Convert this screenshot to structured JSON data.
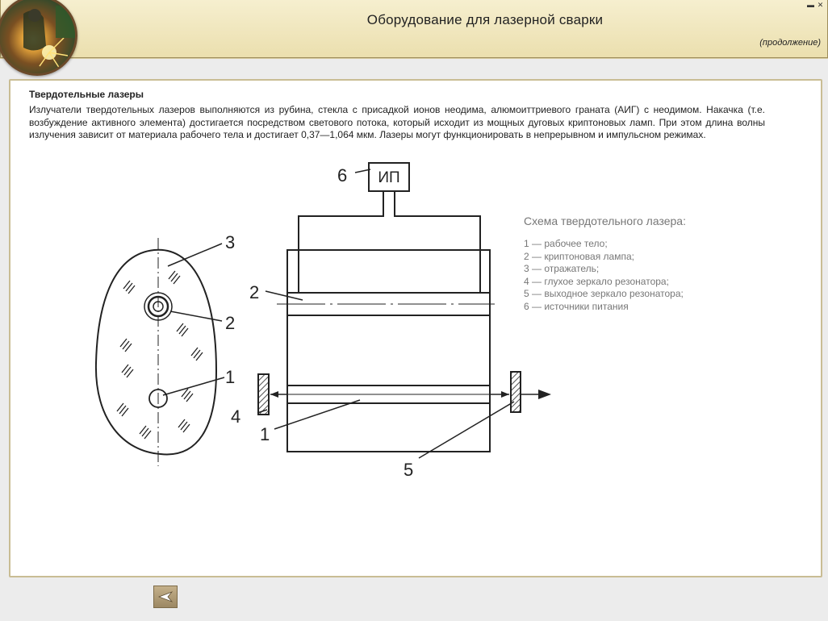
{
  "header": {
    "title": "Оборудование для лазерной сварки",
    "subtitle": "(продолжение)",
    "window_buttons": [
      "▬",
      "✕"
    ]
  },
  "section": {
    "title": "Твердотельные лазеры",
    "text": "Излучатели твердотельных лазеров выполняются из рубина, стекла с присадкой ионов неодима, алюмоиттриевого граната (АИГ) с неодимом. Накачка (т.е. возбуждение активного элемента) достигается посредством светового потока, который исходит из мощных дуговых криптоновых ламп. При этом длина волны излучения зависит от материала рабочего тела и достигает 0,37—1,064 мкм. Лазеры могут функционировать в непрерывном и импульсном режимах."
  },
  "diagram": {
    "power_label": "ИП",
    "callouts": {
      "n1_side": "1",
      "n2_side": "2",
      "n3_side": "3",
      "n1_front": "1",
      "n2_front": "2",
      "n4_front": "4",
      "n5_front": "5",
      "n6_front": "6"
    }
  },
  "legend": {
    "title": "Схема твердотельного лазера:",
    "items": [
      "1 — рабочее тело;",
      "2 — криптоновая лампа;",
      "3 — отражатель;",
      "4 — глухое зеркало резонатора;",
      "5 — выходное зеркало резонатора;",
      "6 — источники питания"
    ]
  },
  "nav": {
    "back_icon": "back-arrow-icon"
  },
  "colors": {
    "header_bg": "#efe5bd",
    "panel_border": "#c9bd94",
    "legend_text": "#777777",
    "button_bg": "#b09d78"
  }
}
